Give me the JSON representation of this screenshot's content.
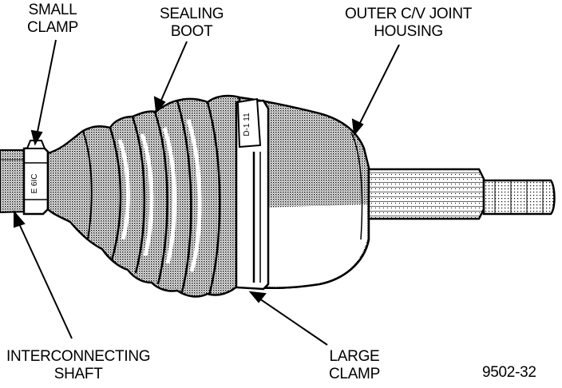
{
  "labels": {
    "small_clamp": [
      "SMALL",
      "CLAMP"
    ],
    "sealing_boot": [
      "SEALING",
      "BOOT"
    ],
    "outer_cv_joint_housing": [
      "OUTER C/V JOINT",
      "HOUSING"
    ],
    "interconnecting_shaft": [
      "INTERCONNECTING",
      "SHAFT"
    ],
    "large_clamp": [
      "LARGE",
      "CLAMP"
    ]
  },
  "figure_id": "9502-32",
  "clamp_stamps": {
    "small_clamp_mark": "E 6IC",
    "large_clamp_mark": "D-1 11"
  },
  "colors": {
    "line": "#000000",
    "shade": "#9a9a9a",
    "background": "#ffffff"
  }
}
